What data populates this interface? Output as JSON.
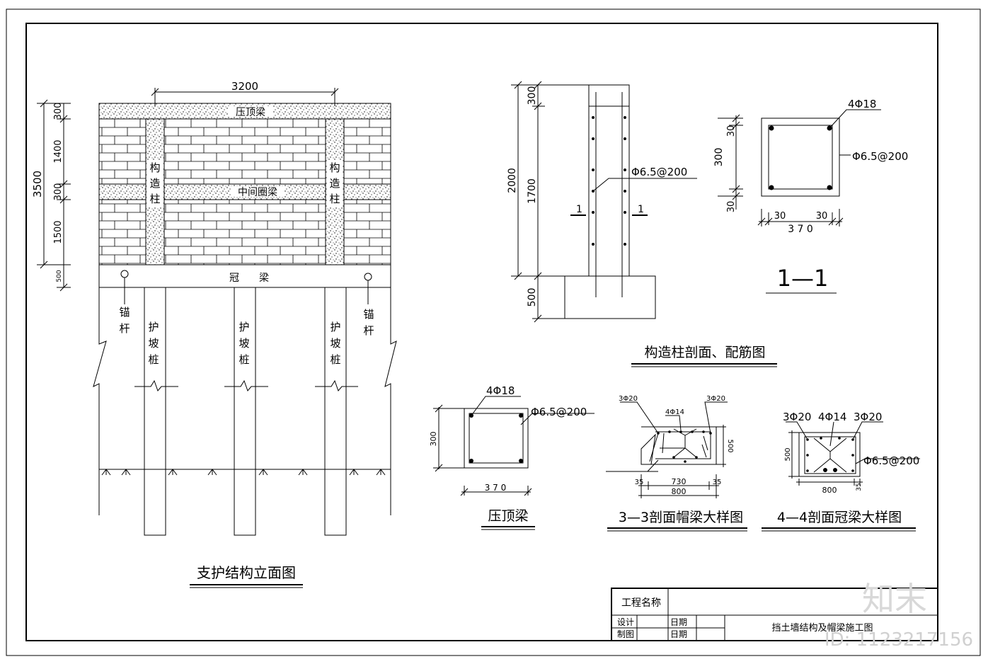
{
  "elevation": {
    "title": "支护结构立面图",
    "width_dim": "3200",
    "total_height_dim": "3500",
    "seg_dims": [
      "300",
      "1400",
      "300",
      "1500",
      "500"
    ],
    "top_beam": "压顶梁",
    "mid_beam": "中间圈梁",
    "col_label": [
      "构",
      "造",
      "柱"
    ],
    "crown_beam": "冠　　梁",
    "anchor": [
      "锚",
      "杆"
    ],
    "pile": [
      "护",
      "坡",
      "桩"
    ]
  },
  "column_section": {
    "title": "构造柱剖面、配筋图",
    "dims": [
      "300",
      "2000",
      "1700",
      "500"
    ],
    "stirrup": "Φ6.5@200",
    "cut_mark": "1"
  },
  "section_11": {
    "title": "1—1",
    "main_bars": "4Φ18",
    "stirrup": "Φ6.5@200",
    "dims_v": [
      "30",
      "300",
      "30"
    ],
    "dims_h": [
      "30",
      "30",
      "3 7 0"
    ]
  },
  "cap_beam": {
    "title": "压顶梁",
    "bars": "4Φ18",
    "stirrup": "Φ6.5@200",
    "dim_v": "300",
    "dim_h": "3 7 0"
  },
  "section_33": {
    "title": "3—3剖面帽梁大样图",
    "bar_left": "3Φ20",
    "bar_mid": "4Φ14",
    "bar_right": "3Φ20",
    "dim_v": "500",
    "dims_h": [
      "35",
      "730",
      "35",
      "800"
    ]
  },
  "section_44": {
    "title": "4—4剖面冠梁大样图",
    "bar_left": "3Φ20",
    "bar_mid": "4Φ14",
    "bar_right": "3Φ20",
    "stirrup": "Φ6.5@200",
    "dim_v": "500",
    "dims_h": [
      "800",
      "35"
    ]
  },
  "title_block": {
    "project_label": "工程名称",
    "design_label": "设计",
    "draw_label": "制图",
    "date_label": "日期",
    "drawing_name": "挡土墙结构及帽梁施工图"
  },
  "watermark": {
    "logo": "知末",
    "id_text": "ID: 1123217156"
  }
}
